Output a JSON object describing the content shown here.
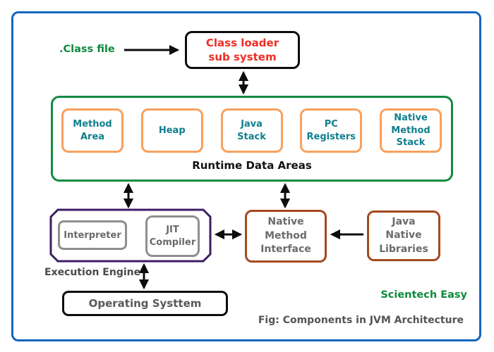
{
  "diagram": {
    "class_file_label": ".Class file",
    "class_loader": {
      "lines": [
        "Class loader",
        "sub system"
      ]
    },
    "runtime": {
      "title": "Runtime Data Areas",
      "areas": [
        "Method Area",
        "Heap",
        "Java Stack",
        "PC Registers",
        "Native Method Stack"
      ]
    },
    "execution_engine": {
      "label": "Execution Engine",
      "interpreter": "Interpreter",
      "jit_compiler": "JIT Compiler"
    },
    "native_method_interface": "Native Method Interface",
    "java_native_libraries": "Java Native Libraries",
    "operating_system": "Operating Systtem",
    "watermark": "Scientech Easy",
    "caption": "Fig: Components in JVM Architecture"
  },
  "colors": {
    "frame_border": "#1565c0",
    "runtime_border": "#128a40",
    "area_border": "#f9a05c",
    "area_text": "#0f7f8d",
    "class_loader_text": "#ee2e24",
    "green_text": "#0e8a3c",
    "purple_border": "#3d1d63",
    "brown_border": "#a3491f",
    "gray_border": "#8f8f8f",
    "gray_text": "#6a6a6a",
    "arrow": "#0d0d0d",
    "black_border": "#0d0d0d"
  }
}
